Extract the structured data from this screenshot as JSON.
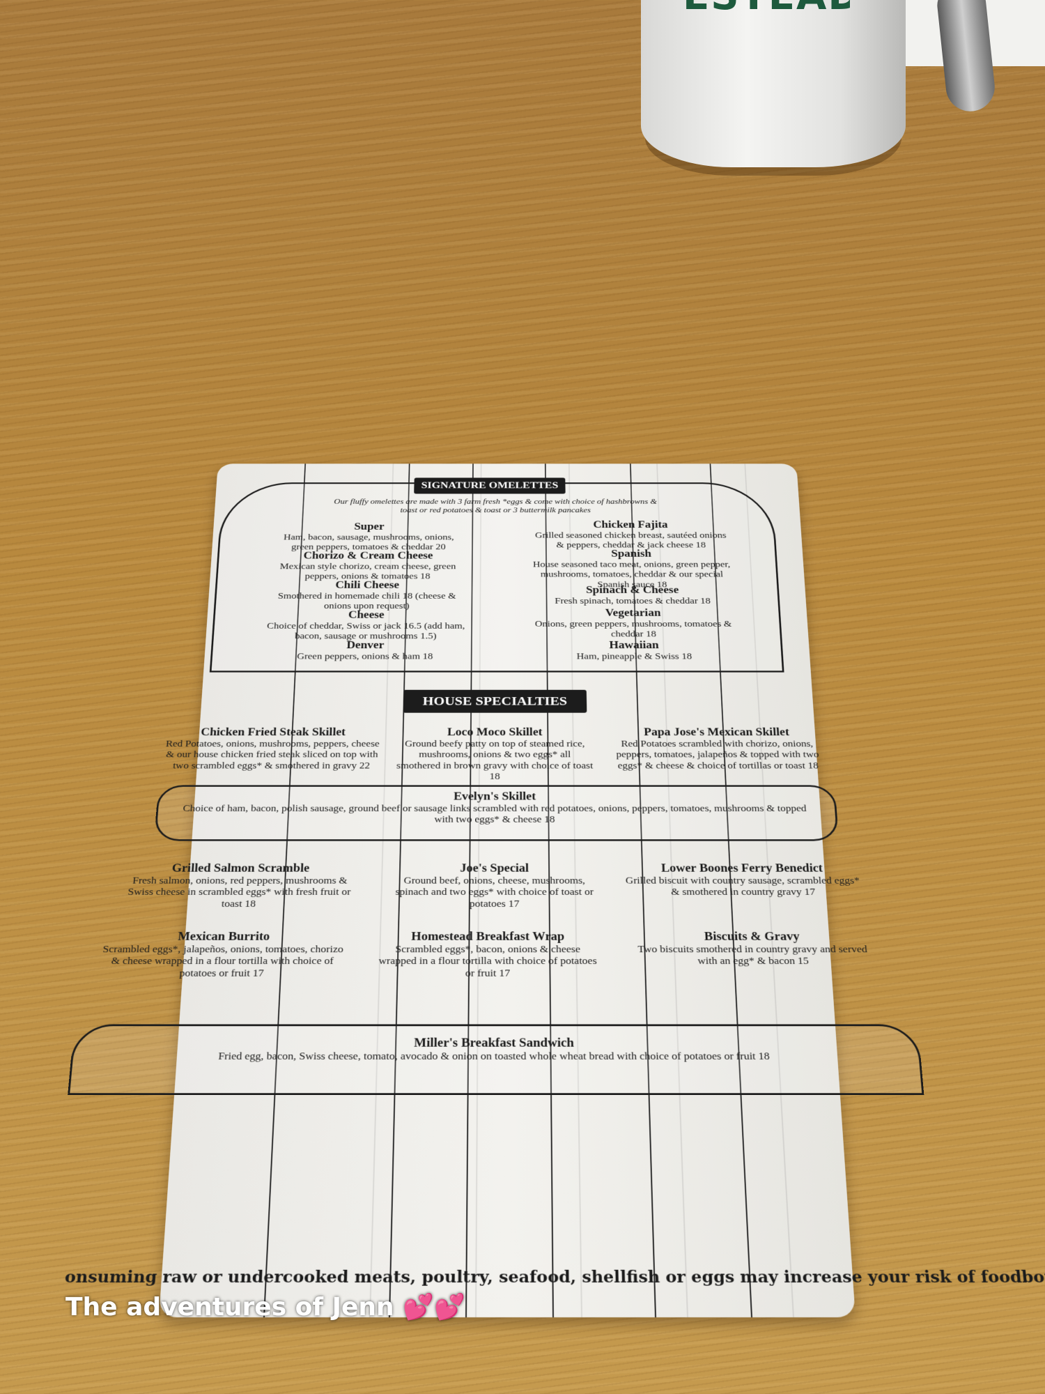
{
  "mug": {
    "logo_text": "ESTEAD"
  },
  "omelettes": {
    "banner": "SIGNATURE OMELETTES",
    "intro": "Our fluffy omelettes are made with 3 farm fresh *eggs & come with choice of hashbrowns & toast or red potatoes & toast or 3 buttermilk pancakes",
    "items": [
      {
        "name": "Super",
        "desc": "Ham, bacon, sausage, mushrooms, onions, green peppers, tomatoes & cheddar 20"
      },
      {
        "name": "Chorizo & Cream Cheese",
        "desc": "Mexican style chorizo, cream cheese, green peppers, onions & tomatoes 18"
      },
      {
        "name": "Chili Cheese",
        "desc": "Smothered in homemade chili 18 (cheese & onions upon request)"
      },
      {
        "name": "Cheese",
        "desc": "Choice of cheddar, Swiss or jack 16.5 (add ham, bacon, sausage or mushrooms 1.5)"
      },
      {
        "name": "Denver",
        "desc": "Green peppers, onions & ham 18"
      },
      {
        "name": "Chicken Fajita",
        "desc": "Grilled seasoned chicken breast, sautéed onions & peppers, cheddar & jack cheese 18"
      },
      {
        "name": "Spanish",
        "desc": "House seasoned taco meat, onions, green pepper, mushrooms, tomatoes, cheddar & our special Spanish sauce 18"
      },
      {
        "name": "Spinach & Cheese",
        "desc": "Fresh spinach, tomatoes & cheddar 18"
      },
      {
        "name": "Vegetarian",
        "desc": "Onions, green peppers, mushrooms, tomatoes & cheddar 18"
      },
      {
        "name": "Hawaiian",
        "desc": "Ham, pineapple & Swiss 18"
      }
    ]
  },
  "specialties": {
    "banner": "HOUSE SPECIALTIES",
    "items": [
      {
        "name": "Chicken Fried Steak Skillet",
        "desc": "Red Potatoes, onions, mushrooms, peppers, cheese & our house chicken fried steak sliced on top with two scrambled eggs* & smothered in gravy 22"
      },
      {
        "name": "Loco Moco Skillet",
        "desc": "Ground beefy patty on top of steamed rice, mushrooms, onions & two eggs* all smothered in brown gravy with choice of toast 18"
      },
      {
        "name": "Papa Jose's Mexican Skillet",
        "desc": "Red Potatoes scrambled with chorizo, onions, peppers, tomatoes, jalapeños & topped with two eggs* & cheese & choice of tortillas or toast 18"
      },
      {
        "name": "Evelyn's Skillet",
        "desc": "Choice of ham, bacon, polish sausage, ground beef or sausage links scrambled with red potatoes, onions, peppers, tomatoes, mushrooms & topped with two eggs* & cheese 18"
      },
      {
        "name": "Grilled Salmon Scramble",
        "desc": "Fresh salmon, onions, red peppers, mushrooms & Swiss cheese in scrambled eggs* with fresh fruit or toast 18"
      },
      {
        "name": "Joe's Special",
        "desc": "Ground beef, onions, cheese, mushrooms, spinach and two eggs* with choice of toast or potatoes 17"
      },
      {
        "name": "Lower Boones Ferry Benedict",
        "desc": "Grilled biscuit with country sausage, scrambled eggs* & smothered in country gravy 17"
      },
      {
        "name": "Mexican Burrito",
        "desc": "Scrambled eggs*, jalapeños, onions, tomatoes, chorizo & cheese wrapped in a flour tortilla with choice of potatoes or fruit 17"
      },
      {
        "name": "Homestead Breakfast Wrap",
        "desc": "Scrambled eggs*, bacon, onions & cheese wrapped in a flour tortilla with choice of potatoes or fruit 17"
      },
      {
        "name": "Biscuits & Gravy",
        "desc": "Two biscuits smothered in country gravy and served with an egg* & bacon 15"
      },
      {
        "name": "Miller's Breakfast Sandwich",
        "desc": "Fried egg, bacon, Swiss cheese, tomato, avocado & onion on toasted whole wheat bread with choice of potatoes or fruit 18"
      }
    ]
  },
  "disclaimer": "onsuming raw or undercooked meats, poultry, seafood, shellfish or eggs may increase your risk of foodborne illness.",
  "caption": {
    "text": "The adventures of Jenn",
    "emoji": "💕💕"
  }
}
